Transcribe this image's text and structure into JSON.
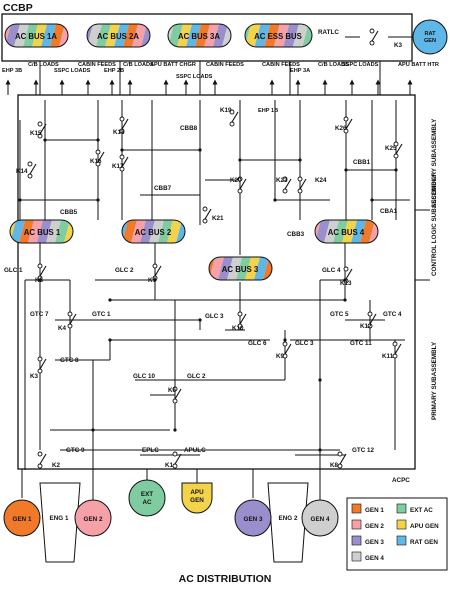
{
  "title": "AC DISTRIBUTION",
  "ccbp": "CCBP",
  "acpc": "ACPC",
  "subassemblies": {
    "secondary": "SECONDARY SUBASSEMBLY",
    "control": "CONTROL LOGIC SUBASSEMBLY",
    "primary": "PRIMARY SUBASSEMBLY"
  },
  "colors": {
    "gen1": "#f07a2a",
    "gen2": "#f6a0a8",
    "gen3": "#9a8fcc",
    "gen4": "#cfcfcf",
    "ext_ac": "#7fcca0",
    "apu_gen": "#f3d34a",
    "rat_gen": "#5fb7e8"
  },
  "ccbp_buses": [
    {
      "label": "AC BUS 1A",
      "fill": "#f07a2a"
    },
    {
      "label": "AC BUS 2A",
      "fill": "#f6a0a8"
    },
    {
      "label": "AC BUS 3A",
      "fill": "#9a8fcc"
    },
    {
      "label": "AC ESS BUS",
      "fill": "#f07a2a"
    }
  ],
  "ratlc": "RATLC",
  "k3": "K3",
  "rat_gen": "RAT GEN",
  "top_labels": [
    "EHP 3B",
    "C/B LOADS",
    "SSPC LOADS",
    "CABIN FEEDS",
    "EHP 2B",
    "C/B LOADS",
    "APU BATT CHGR",
    "SSPC LOADS",
    "CABIN FEEDS",
    "SSPC LOADS",
    "CABIN FEEDS",
    "EHP 3A",
    "C/B LOADS",
    "SSPC LOADS",
    "APU BATT HTR"
  ],
  "ehp_labels": [
    "EHP 1B",
    "EHP 3A"
  ],
  "relays": [
    "K15",
    "K14",
    "K16",
    "K18",
    "K17",
    "K19",
    "K20",
    "K21",
    "K23",
    "K24",
    "K26",
    "K25",
    "K5",
    "K7",
    "K13",
    "K4",
    "K10",
    "K12",
    "K9",
    "K3",
    "K11",
    "K6",
    "K2",
    "K1",
    "K8"
  ],
  "breakers": [
    "CBB5",
    "CBB7",
    "CBB8",
    "CBB1",
    "CBB3",
    "CBA1"
  ],
  "main_buses": [
    {
      "label": "AC BUS 1",
      "fill": "#f07a2a"
    },
    {
      "label": "AC BUS 2",
      "fill": "#f6a0a8"
    },
    {
      "label": "AC BUS 3",
      "fill": "#9a8fcc"
    },
    {
      "label": "AC BUS 4",
      "fill": "#cfcfcf"
    }
  ],
  "contactors": [
    "GLC 1",
    "GLC 2",
    "GLC 4",
    "GTC 7",
    "GTC 1",
    "GLC 3",
    "GTC 5",
    "GTC 4",
    "GLC 6",
    "GLC 3",
    "GTC 11",
    "GTC 8",
    "GLC 10",
    "GLC 2",
    "GTC 9",
    "EPLC",
    "APULC",
    "GTC 12"
  ],
  "sources": [
    {
      "label": "GEN 1",
      "fill": "#f07a2a"
    },
    {
      "label": "ENG 1",
      "fill": "#ffffff"
    },
    {
      "label": "GEN 2",
      "fill": "#f6a0a8"
    },
    {
      "label": "EXT AC",
      "fill": "#7fcca0"
    },
    {
      "label": "APU GEN",
      "fill": "#f3d34a"
    },
    {
      "label": "GEN 3",
      "fill": "#9a8fcc"
    },
    {
      "label": "ENG 2",
      "fill": "#ffffff"
    },
    {
      "label": "GEN 4",
      "fill": "#cfcfcf"
    }
  ],
  "legend": [
    {
      "label": "GEN 1",
      "fill": "#f07a2a"
    },
    {
      "label": "EXT AC",
      "fill": "#7fcca0"
    },
    {
      "label": "GEN 2",
      "fill": "#f6a0a8"
    },
    {
      "label": "APU GEN",
      "fill": "#f3d34a"
    },
    {
      "label": "GEN 3",
      "fill": "#9a8fcc"
    },
    {
      "label": "RAT GEN",
      "fill": "#5fb7e8"
    },
    {
      "label": "GEN 4",
      "fill": "#cfcfcf"
    }
  ]
}
